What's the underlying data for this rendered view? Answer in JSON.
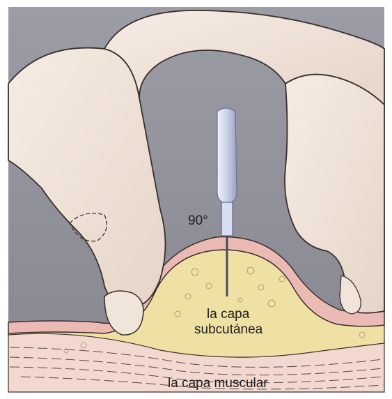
{
  "figure": {
    "subject": "subcutaneous injection at 90 degrees into a pinched skin fold",
    "labels": {
      "angle": "90°",
      "subcutaneous_line1": "la capa",
      "subcutaneous_line2": "subcutánea",
      "muscle": "la capa muscular"
    },
    "colors": {
      "background": "#8e8e98",
      "skin": "#f3e7dd",
      "skin_shadow": "#d9c6b8",
      "dermis_pink": "#e9b9b6",
      "fat_layer": "#efe1a6",
      "muscle_layer": "#f3d6cc",
      "syringe": "#c8d0e6",
      "outline": "#3a2f2c"
    }
  }
}
